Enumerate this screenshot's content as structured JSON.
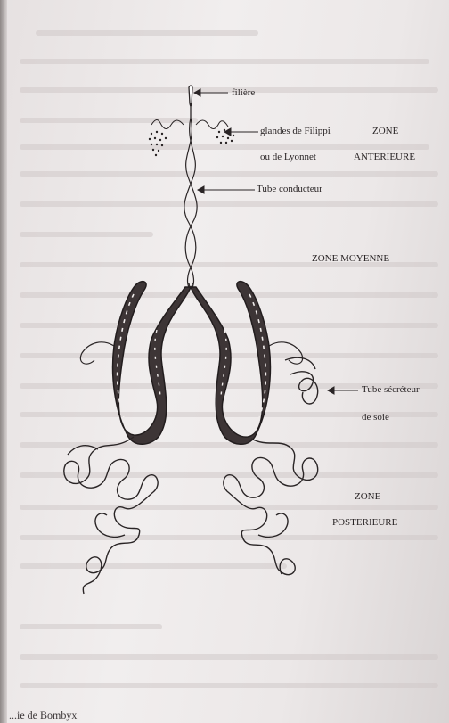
{
  "labels": {
    "filiere": "filière",
    "glandes": "glandes de Filippi",
    "zone_ant_1": "ZONE",
    "lyonnet": "ou de Lyonnet",
    "zone_ant_2": "ANTERIEURE",
    "tube_conducteur": "Tube conducteur",
    "zone_moyenne": "ZONE MOYENNE",
    "tube_secreteur_1": "Tube sécréteur",
    "tube_secreteur_2": "de soie",
    "zone_post_1": "ZONE",
    "zone_post_2": "POSTERIEURE"
  },
  "caption": "...ie de Bombyx",
  "colors": {
    "ink": "#2a2526",
    "gland_fill": "#3d3536",
    "paper": "#efebea"
  }
}
